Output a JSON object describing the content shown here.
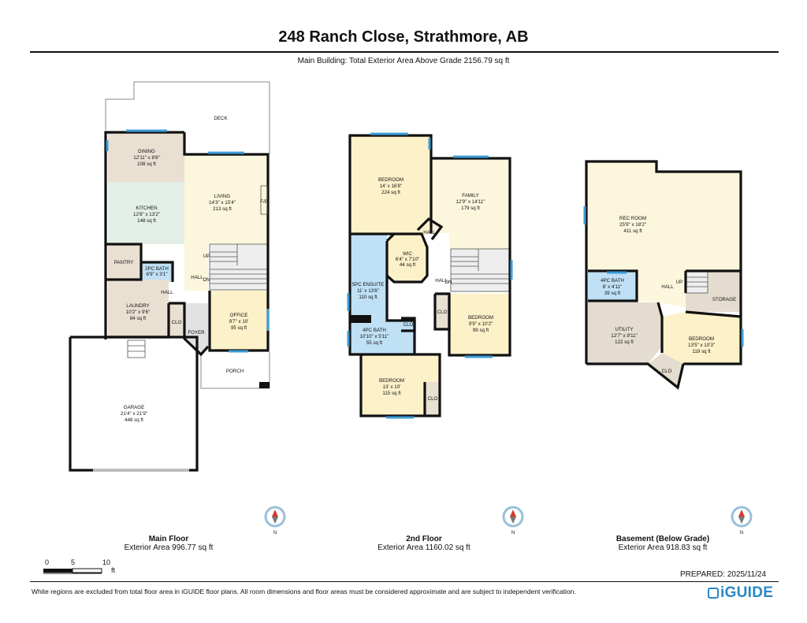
{
  "header": {
    "title": "248 Ranch Close, Strathmore, AB",
    "subtitle": "Main Building: Total Exterior Area Above Grade 2156.79 sq ft"
  },
  "colors": {
    "wall": "#111111",
    "dining_kitchen": "#e9e0d2",
    "kitchen": "#e3efe6",
    "living": "#fbf6dc",
    "bath": "#bfe0f5",
    "office": "#fdf1c9",
    "foyer": "#e2e2e2",
    "utility": "#e4dccf",
    "window": "#3a9bd6",
    "compass_red": "#d43b2c"
  },
  "main_floor": {
    "caption_name": "Main Floor",
    "caption_area": "Exterior Area 996.77 sq ft",
    "labels": {
      "deck": "DECK",
      "dining": [
        "DINING",
        "12'11\" x 8'8\"",
        "108 sq ft"
      ],
      "kitchen": [
        "KITCHEN",
        "12'8\" x 13'2\"",
        "148 sq ft"
      ],
      "living": [
        "LIVING",
        "14'3\" x 15'4\"",
        "213 sq ft"
      ],
      "fp": "F/P",
      "pantry": "PANTRY",
      "bath2pc": [
        "2PC BATH",
        "6'9\" x 3'1\""
      ],
      "hall": "HALL",
      "hall_stair": "HALL",
      "up": "UP",
      "dn": "DN",
      "laundry": [
        "LAUNDRY",
        "10'2\" x 9'6\"",
        "84 sq ft"
      ],
      "clo": "CLO",
      "foyer": "FOYER",
      "office": [
        "OFFICE",
        "9'7\" x 10'",
        "95 sq ft"
      ],
      "porch": "PORCH",
      "garage": [
        "GARAGE",
        "21'4\" x 21'9\"",
        "448 sq ft"
      ]
    }
  },
  "second_floor": {
    "caption_name": "2nd Floor",
    "caption_area": "Exterior Area 1160.02 sq ft",
    "labels": {
      "bedroom1": [
        "BEDROOM",
        "14' x 16'8\"",
        "224 sq ft"
      ],
      "family": [
        "FAMILY",
        "12'9\" x 14'11\"",
        "179 sq ft"
      ],
      "hall_small": "HALL",
      "wic": [
        "WIC",
        "6'4\" x 7'10\"",
        "44 sq ft"
      ],
      "ensuite": [
        "5PC ENSUITE",
        "11' x 13'6\"",
        "110 sq ft"
      ],
      "hall": "HALL",
      "dn": "DN",
      "clo_a": "CLO",
      "bedroom2": [
        "BEDROOM",
        "9'9\" x 10'2\"",
        "99 sq ft"
      ],
      "bath4pc": [
        "4PC BATH",
        "10'10\" x 5'11\"",
        "55 sq ft"
      ],
      "clo_b": "CLO",
      "bedroom3": [
        "BEDROOM",
        "13' x 10'",
        "115 sq ft"
      ],
      "clo_c": "CLO"
    }
  },
  "basement": {
    "caption_name": "Basement (Below Grade)",
    "caption_area": "Exterior Area 918.83 sq ft",
    "labels": {
      "rec": [
        "REC ROOM",
        "25'9\" x 18'2\"",
        "411 sq ft"
      ],
      "bath4pc": [
        "4PC BATH",
        "8' x 4'11\"",
        "39 sq ft"
      ],
      "hall": "HALL",
      "up": "UP",
      "storage": "STORAGE",
      "utility": [
        "UTILITY",
        "12'7\" x 9'11\"",
        "122 sq ft"
      ],
      "bedroom": [
        "BEDROOM",
        "13'5\" x 10'3\"",
        "119 sq ft"
      ],
      "clo": "CLO"
    }
  },
  "compass_label": "N",
  "scale_bar": {
    "ticks": [
      "0",
      "5",
      "10"
    ],
    "unit": "ft"
  },
  "prepared": "PREPARED:  2025/11/24",
  "disclaimer": "White regions are excluded from total floor area in iGUIDE floor plans. All room dimensions and floor areas must be considered approximate and are subject to independent verification.",
  "logo_text": "iGUIDE"
}
